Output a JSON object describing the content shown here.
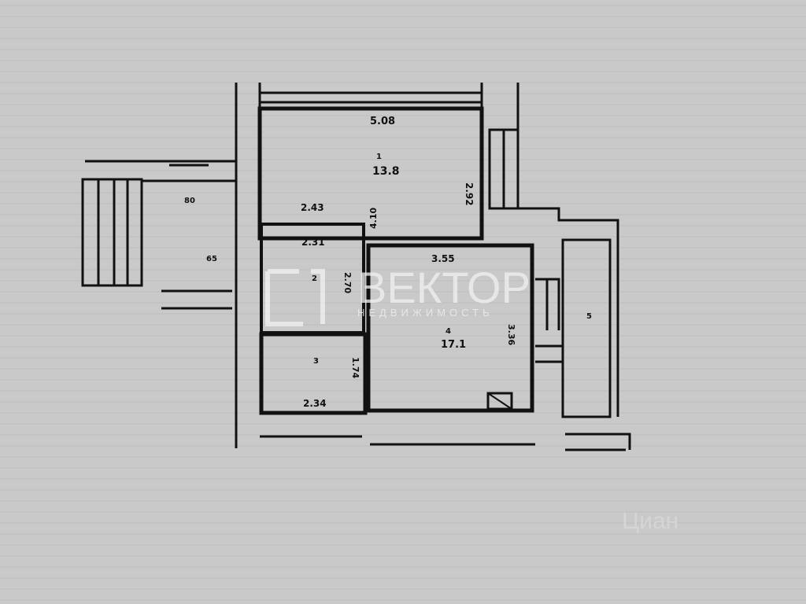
{
  "plan": {
    "dimensions": {
      "top_width": "5.08",
      "room1_area": "13.8",
      "room1_depth": "2.92",
      "corridor_width": "2.43",
      "bath_width": "2.31",
      "corridor_length": "4.10",
      "bath_depth": "2.70",
      "room2_width": "3.55",
      "room2_area": "17.1",
      "room2_depth": "3.36",
      "kitchen_depth": "1.74",
      "kitchen_width": "2.34",
      "stair_label": "80",
      "landing_label": "65",
      "room_markers": [
        "1",
        "2",
        "3",
        "4",
        "5"
      ]
    },
    "colors": {
      "paper": "#c9c9c9",
      "wall": "#111111",
      "floor": "#d4d4d4"
    }
  },
  "watermarks": {
    "brand": "ВЕКТОР",
    "brand_sub": "НЕДВИЖИМОСТЬ",
    "listing_site": "Циан"
  }
}
